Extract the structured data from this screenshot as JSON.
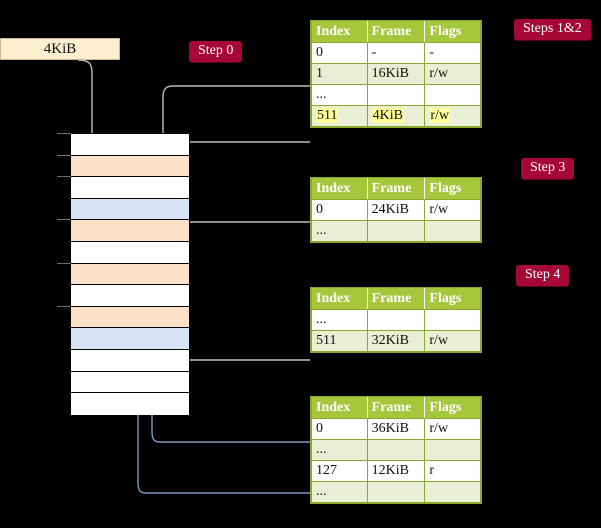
{
  "diagram": {
    "title_box": {
      "label": "4KiB"
    },
    "badges": [
      {
        "name": "step-0",
        "label": "Step 0"
      },
      {
        "name": "steps-1-2",
        "label": "Steps 1&2"
      },
      {
        "name": "step-3",
        "label": "Step 3"
      },
      {
        "name": "step-4",
        "label": "Step 4"
      }
    ],
    "colors": {
      "background": "#000000",
      "badge": "#A50834",
      "table_header": "#A6C63C",
      "table_alt_row": "#E9EFD4",
      "table_border": "#8AA82C",
      "vaddr_box": "#FCEFD0",
      "mem_peach": "#FCE0C8",
      "mem_blue": "#D6E4F6",
      "highlight": "#FFFF99",
      "grey_arrow": "#BDBDBD",
      "blue_arrow": "#7A9BC4"
    },
    "memory_column": {
      "name": "physical-memory-column",
      "cells": [
        {
          "fill": "white"
        },
        {
          "fill": "peach"
        },
        {
          "fill": "white"
        },
        {
          "fill": "blue"
        },
        {
          "fill": "peach"
        },
        {
          "fill": "white"
        },
        {
          "fill": "peach"
        },
        {
          "fill": "white"
        },
        {
          "fill": "peach"
        },
        {
          "fill": "blue"
        },
        {
          "fill": "white"
        },
        {
          "fill": "white"
        },
        {
          "fill": "white"
        }
      ],
      "tick_rows": [
        0,
        1,
        2,
        4,
        6,
        8
      ]
    },
    "tables": [
      {
        "name": "page-table-level-1",
        "columns": [
          "Index",
          "Frame",
          "Flags"
        ],
        "rows": [
          {
            "cells": [
              "0",
              "-",
              "-"
            ],
            "highlight": false
          },
          {
            "cells": [
              "1",
              "16KiB",
              "r/w"
            ],
            "highlight": false
          },
          {
            "cells": [
              "...",
              "",
              ""
            ],
            "highlight": false
          },
          {
            "cells": [
              "511",
              "4KiB",
              "r/w"
            ],
            "highlight": true
          }
        ]
      },
      {
        "name": "page-table-level-2",
        "columns": [
          "Index",
          "Frame",
          "Flags"
        ],
        "rows": [
          {
            "cells": [
              "0",
              "24KiB",
              "r/w"
            ],
            "highlight": false
          },
          {
            "cells": [
              "...",
              "",
              ""
            ],
            "highlight": false
          }
        ]
      },
      {
        "name": "page-table-level-3",
        "columns": [
          "Index",
          "Frame",
          "Flags"
        ],
        "rows": [
          {
            "cells": [
              "...",
              "",
              ""
            ],
            "highlight": false
          },
          {
            "cells": [
              "511",
              "32KiB",
              "r/w"
            ],
            "highlight": false
          }
        ]
      },
      {
        "name": "page-table-level-4",
        "columns": [
          "Index",
          "Frame",
          "Flags"
        ],
        "rows": [
          {
            "cells": [
              "0",
              "36KiB",
              "r/w"
            ],
            "highlight": false
          },
          {
            "cells": [
              "...",
              "",
              ""
            ],
            "highlight": false
          },
          {
            "cells": [
              "127",
              "12KiB",
              "r"
            ],
            "highlight": false
          },
          {
            "cells": [
              "...",
              "",
              ""
            ],
            "highlight": false
          }
        ]
      }
    ]
  }
}
